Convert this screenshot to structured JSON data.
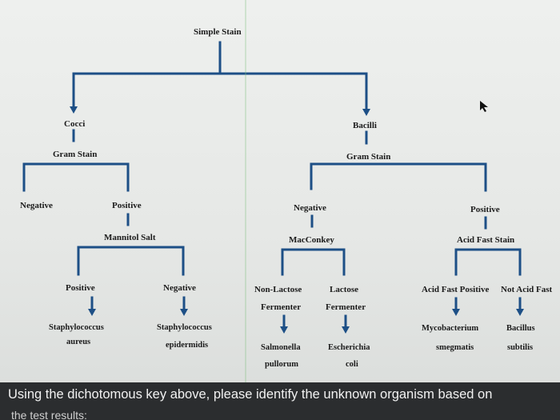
{
  "diagram": {
    "root": "Simple Stain",
    "cocci": "Cocci",
    "bacilli": "Bacilli",
    "gram_stain_left": "Gram Stain",
    "gram_stain_right": "Gram Stain",
    "neg_left": "Negative",
    "pos_left": "Positive",
    "neg_right": "Negative",
    "pos_right": "Positive",
    "mannitol": "Mannitol Salt",
    "macconkey": "MacConkey",
    "acid_fast": "Acid Fast Stain",
    "mannitol_pos": "Positive",
    "mannitol_neg": "Negative",
    "staph_aureus_1": "Staphylococcus",
    "staph_aureus_2": "aureus",
    "staph_epi_1": "Staphylococcus",
    "staph_epi_2": "epidermidis",
    "nonlactose_1": "Non-Lactose",
    "nonlactose_2": "Fermenter",
    "lactose_1": "Lactose",
    "lactose_2": "Fermenter",
    "salmonella_1": "Salmonella",
    "salmonella_2": "pullorum",
    "ecoli_1": "Escherichia",
    "ecoli_2": "coli",
    "afp": "Acid Fast Positive",
    "naf": "Not Acid Fast",
    "myco_1": "Mycobacterium",
    "myco_2": "smegmatis",
    "bacillus_1": "Bacillus",
    "bacillus_2": "subtilis"
  },
  "footer": {
    "question": "Using the dichotomous key above, please identify the unknown organism based on",
    "cutoff": "the test results:"
  },
  "colors": {
    "connector": "#1d4f86",
    "text": "#1b1b1b",
    "footer_bg": "#2b2d2f",
    "accent_line": "#7ec07e"
  }
}
